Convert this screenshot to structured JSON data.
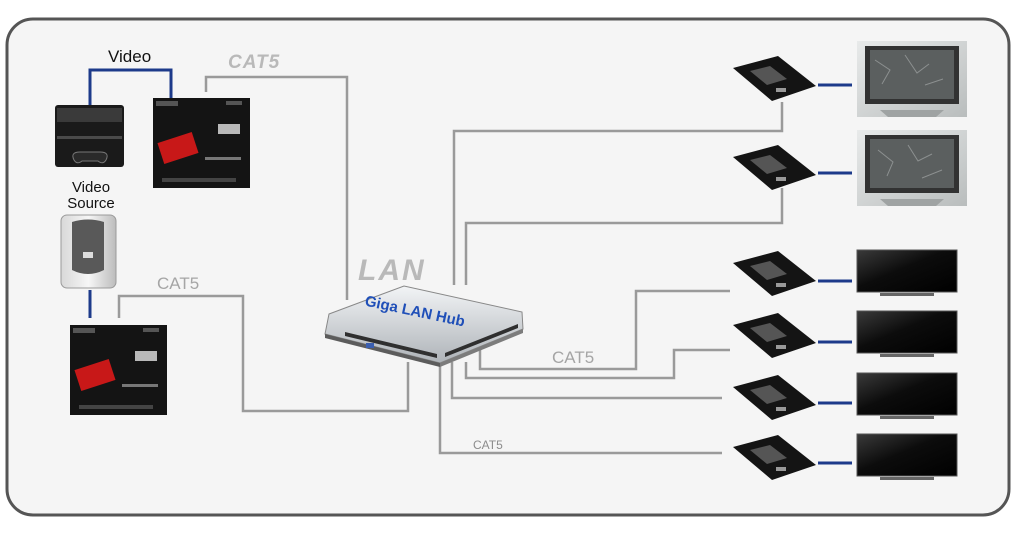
{
  "labels": {
    "video": "Video",
    "video_source": "Video\nSource",
    "cat5_top": "CAT5",
    "lan": "LAN",
    "cat5_mid": "CAT5",
    "cat5_right": "CAT5",
    "cat5_bottom": "CAT5",
    "hub": "Giga LAN Hub"
  },
  "colors": {
    "frame": "#555555",
    "background": "#f5f5f5",
    "cat5_cable": "#9a9a9a",
    "video_cable": "#1d3a8a",
    "device": "#141414",
    "hub_label": "#1f4fb8"
  },
  "icons": [
    "game-console-icon",
    "external-drive-icon",
    "transmitter-box-icon",
    "lan-switch-icon",
    "receiver-box-icon",
    "crt-monitor-icon",
    "flat-tv-icon"
  ]
}
